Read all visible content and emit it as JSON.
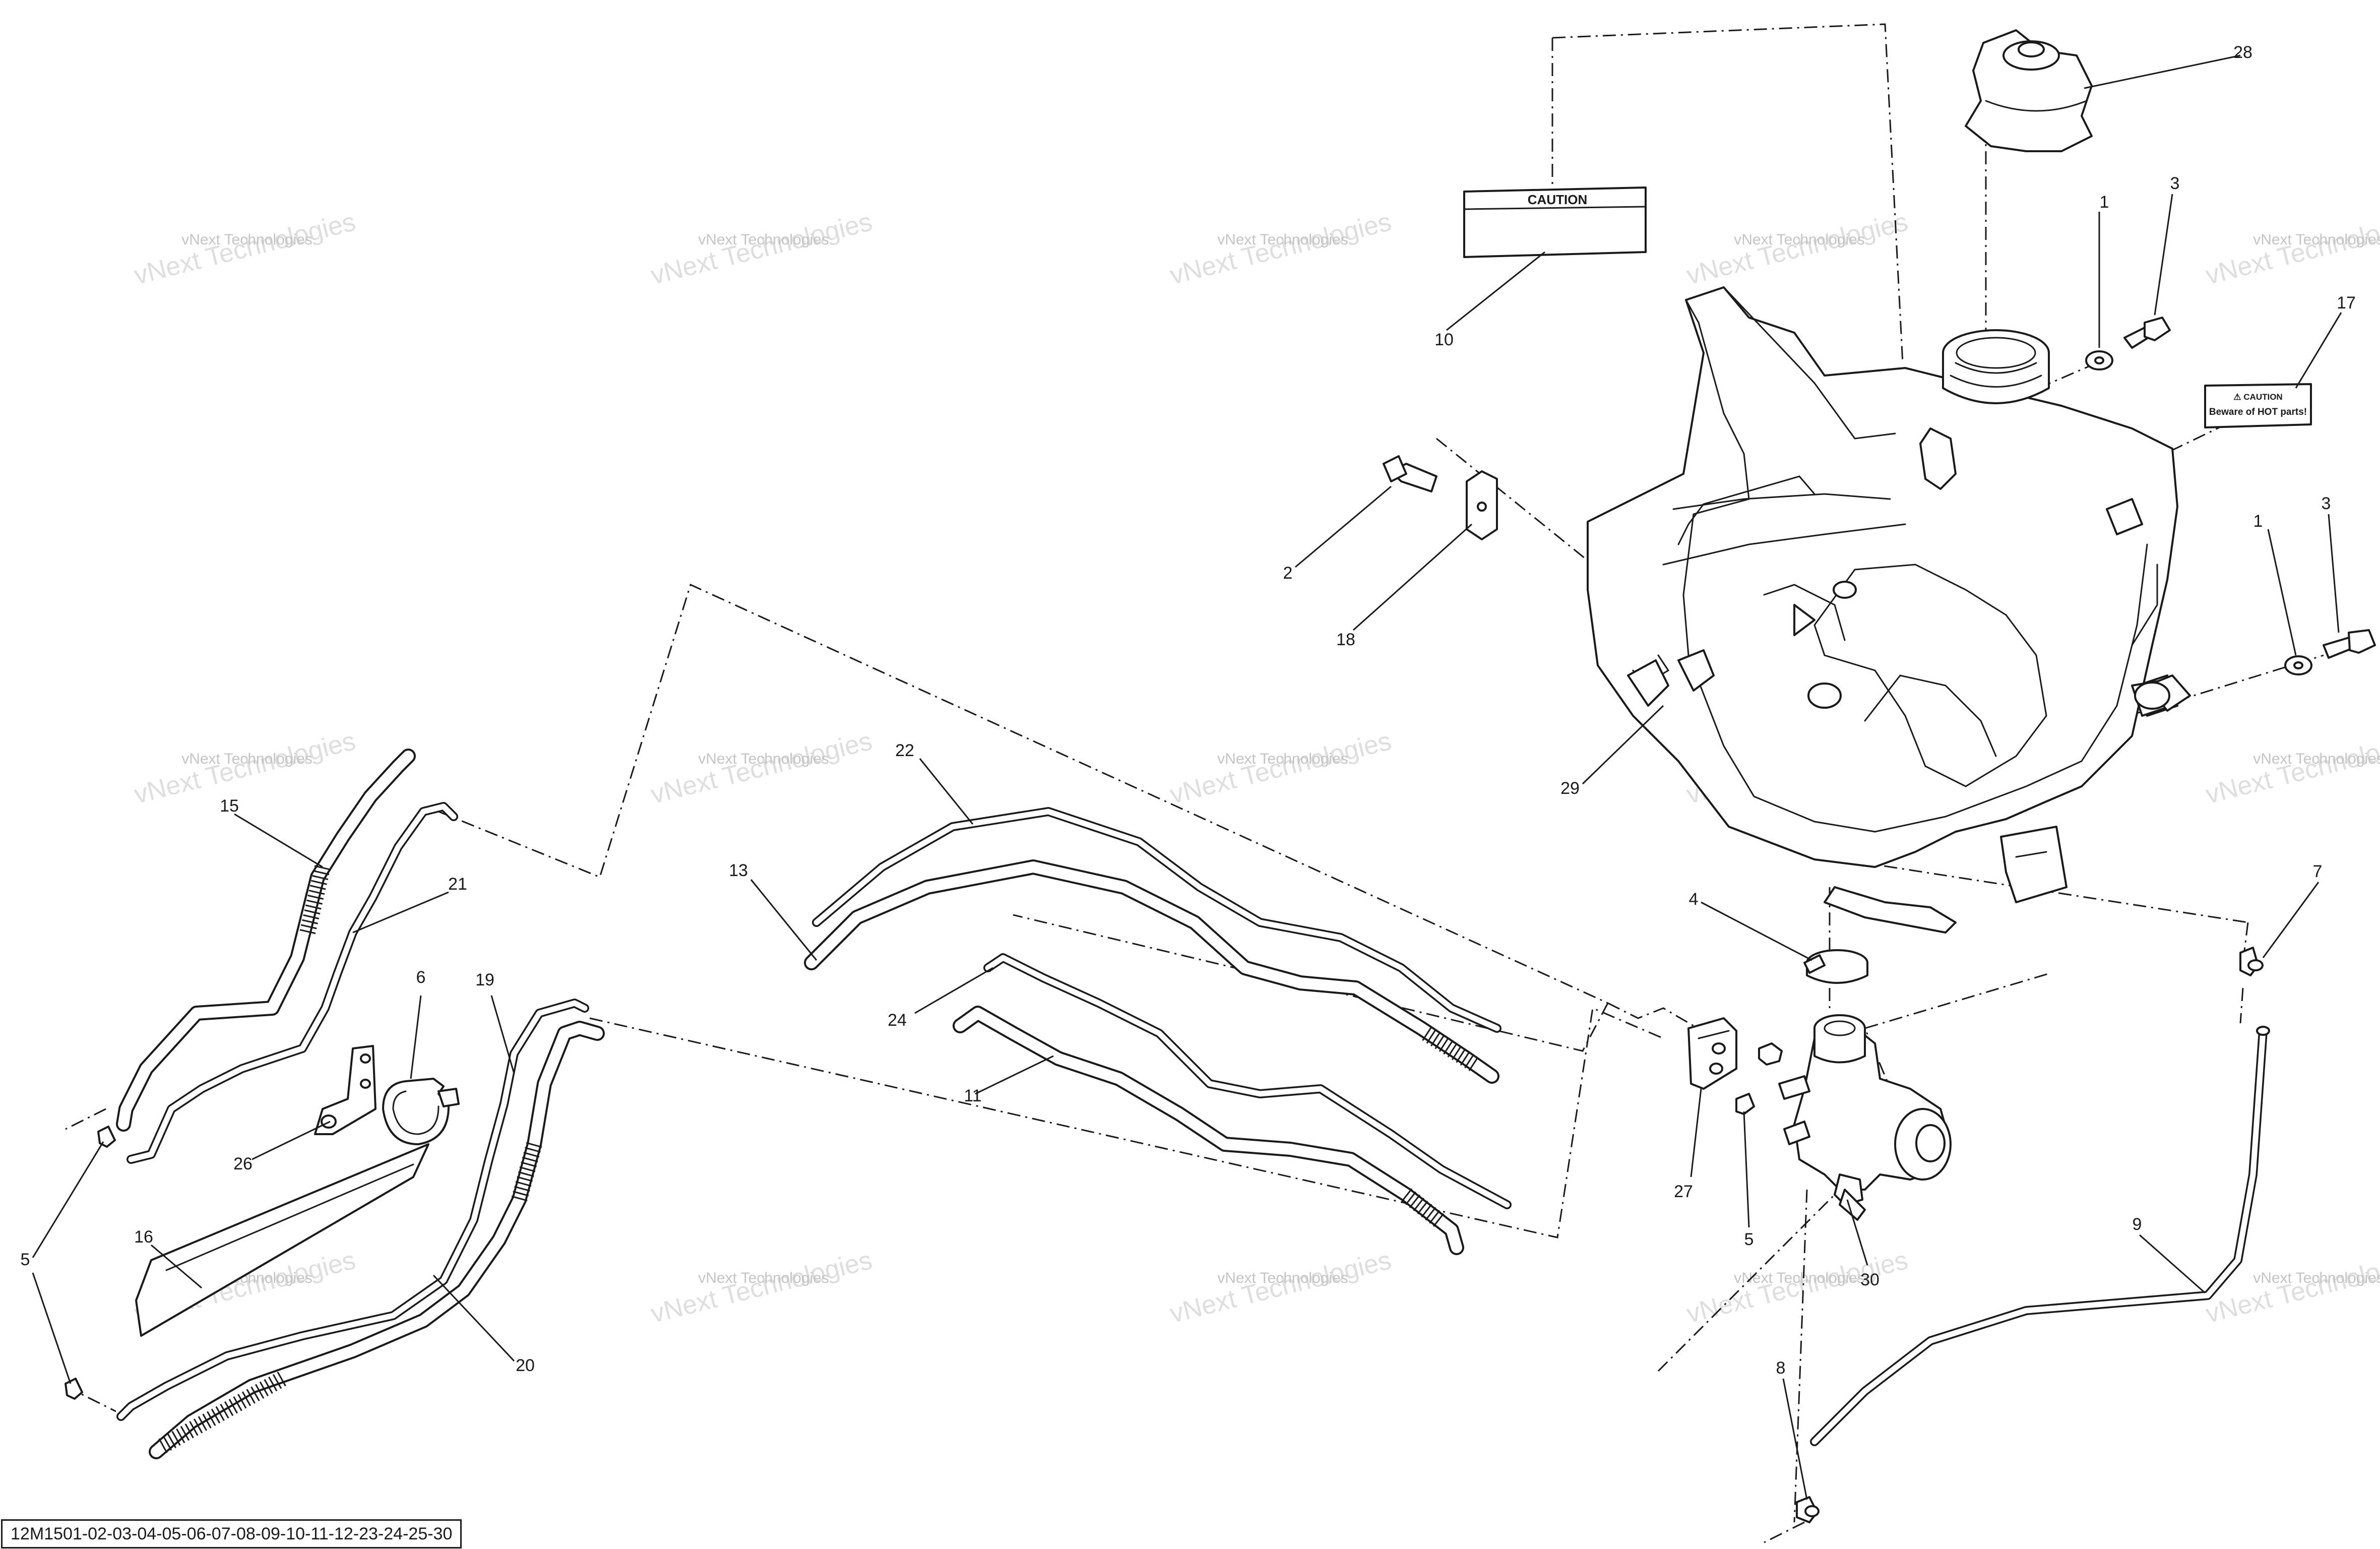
{
  "diagram": {
    "reference_code": "12M1501-02-03-04-05-06-07-08-09-10-11-12-23-24-25-30",
    "watermark_text": "vNext Technologies",
    "decals": {
      "caution_label": "CAUTION",
      "hot_label_line1": "⚠ CAUTION",
      "hot_label_line2": "Beware of HOT parts!"
    },
    "callouts": [
      {
        "id": "c1a",
        "label": "1"
      },
      {
        "id": "c1b",
        "label": "1"
      },
      {
        "id": "c2",
        "label": "2"
      },
      {
        "id": "c3a",
        "label": "3"
      },
      {
        "id": "c3b",
        "label": "3"
      },
      {
        "id": "c4",
        "label": "4"
      },
      {
        "id": "c5a",
        "label": "5"
      },
      {
        "id": "c5b",
        "label": "5"
      },
      {
        "id": "c6",
        "label": "6"
      },
      {
        "id": "c7",
        "label": "7"
      },
      {
        "id": "c8",
        "label": "8"
      },
      {
        "id": "c9",
        "label": "9"
      },
      {
        "id": "c10",
        "label": "10"
      },
      {
        "id": "c11",
        "label": "11"
      },
      {
        "id": "c13",
        "label": "13"
      },
      {
        "id": "c15",
        "label": "15"
      },
      {
        "id": "c16",
        "label": "16"
      },
      {
        "id": "c17",
        "label": "17"
      },
      {
        "id": "c18",
        "label": "18"
      },
      {
        "id": "c19",
        "label": "19"
      },
      {
        "id": "c20",
        "label": "20"
      },
      {
        "id": "c21",
        "label": "21"
      },
      {
        "id": "c22",
        "label": "22"
      },
      {
        "id": "c24",
        "label": "24"
      },
      {
        "id": "c26",
        "label": "26"
      },
      {
        "id": "c27",
        "label": "27"
      },
      {
        "id": "c28",
        "label": "28"
      },
      {
        "id": "c29",
        "label": "29"
      },
      {
        "id": "c30",
        "label": "30"
      }
    ]
  }
}
